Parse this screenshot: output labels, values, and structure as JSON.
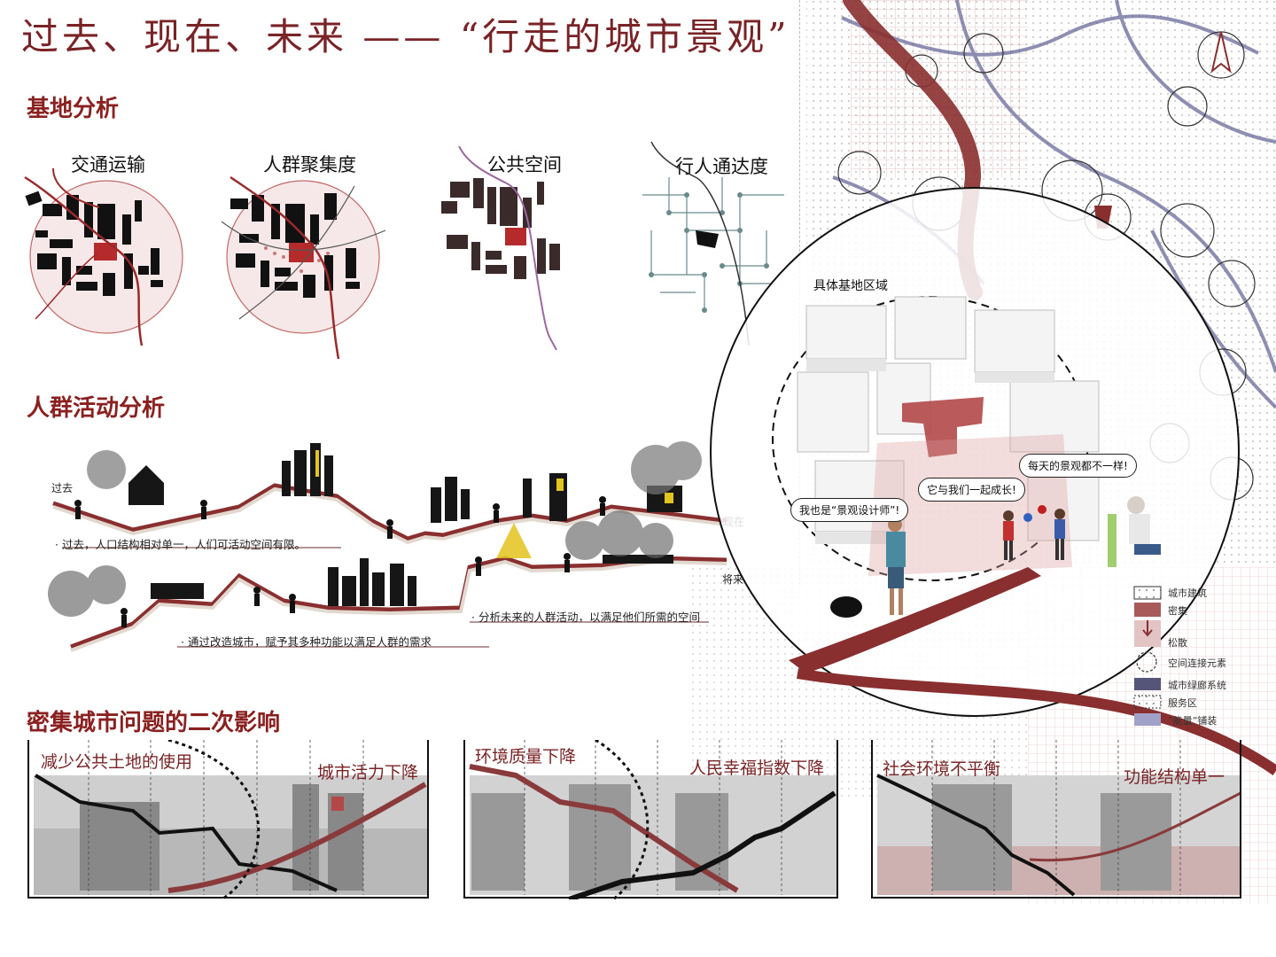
{
  "title": "过去、现在、未来 —— “行走的城市景观”",
  "site_analysis": {
    "heading": "基地分析",
    "maps": [
      {
        "label": "交通运输"
      },
      {
        "label": "人群聚集度"
      },
      {
        "label": "公共空间"
      },
      {
        "label": "行人通达度"
      }
    ]
  },
  "crowd_analysis": {
    "heading": "人群活动分析",
    "label_past": "过去",
    "label_present": "现在",
    "label_future": "将来",
    "caption_past": "· 过去，人口结构相对单一，人们可活动空间有限。",
    "caption_transform": "· 通过改造城市，赋予其多种功能以满足人群的需求",
    "caption_future": "· 分析未来的人群活动，以满足他们所需的空间"
  },
  "secondary_effects": {
    "heading": "密集城市问题的二次影响",
    "panels": [
      {
        "left_label": "减少公共土地的使用",
        "right_label": "城市活力下降"
      },
      {
        "left_label": "环境质量下降",
        "right_label": "人民幸福指数下降"
      },
      {
        "left_label": "社会环境不平衡",
        "right_label": "功能结构单一"
      }
    ]
  },
  "site_view": {
    "area_label": "具体基地区域",
    "bubbles": [
      "我也是“景观设计师”!",
      "它与我们一起成长!",
      "每天的景观都不一样!"
    ]
  },
  "legend": {
    "items": [
      {
        "label": "城市建筑",
        "icon": "building-swatch-icon"
      },
      {
        "label": "密集",
        "icon": "dense-swatch-icon"
      },
      {
        "label": "松散",
        "icon": "sparse-swatch-icon"
      },
      {
        "label": "空间连接元素",
        "icon": "circle-connector-icon"
      },
      {
        "label": "城市绿廊系统",
        "icon": "green-corridor-swatch-icon"
      },
      {
        "label": "服务区",
        "icon": "service-zone-swatch-icon"
      },
      {
        "label": "“能量”铺装",
        "icon": "energy-paving-swatch-icon"
      }
    ]
  },
  "colors": {
    "title": "#7a2326",
    "heading": "#8b2020",
    "path": "#8a2f2f",
    "corridor": "#6a6a9a",
    "dense": "#c88a8a"
  },
  "icons": {
    "north_arrow": "north-arrow-icon"
  }
}
